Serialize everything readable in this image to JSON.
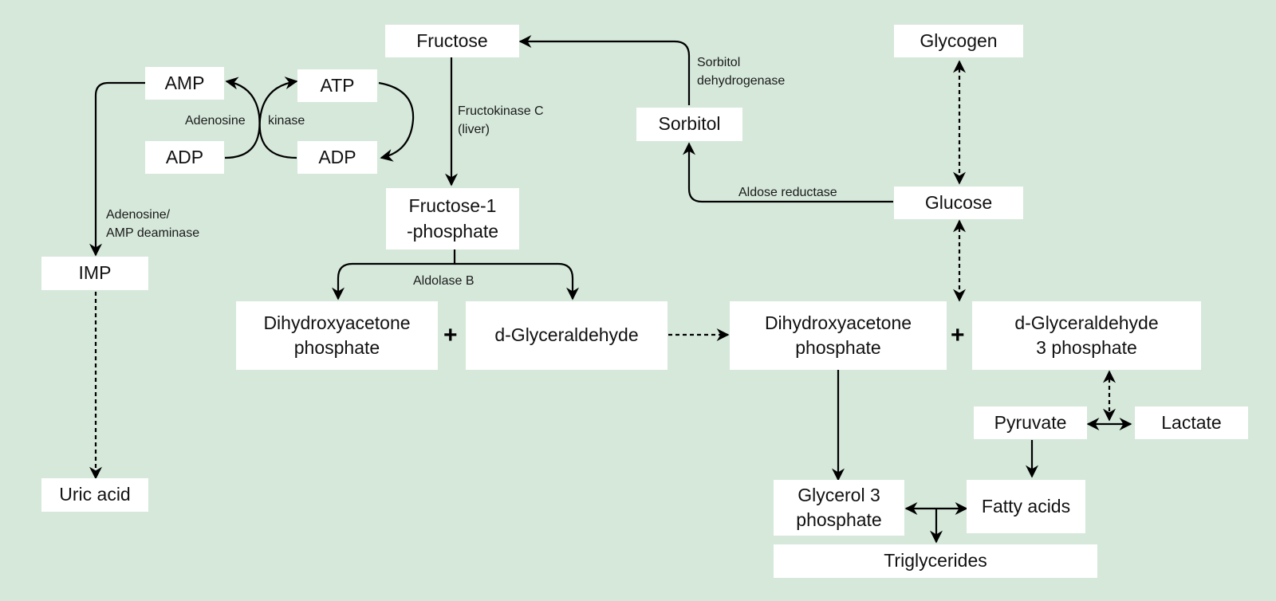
{
  "nodes": {
    "fructose": "Fructose",
    "glycogen": "Glycogen",
    "amp": "AMP",
    "atp": "ATP",
    "adp_left": "ADP",
    "adp_right": "ADP",
    "sorbitol": "Sorbitol",
    "fructose_1_phosphate": "Fructose-1\n-phosphate",
    "glucose": "Glucose",
    "imp": "IMP",
    "dhap_left": "Dihydroxyacetone\nphosphate",
    "d_glyceraldehyde": "d-Glyceraldehyde",
    "dhap_right": "Dihydroxyacetone\nphosphate",
    "d_glyceraldehyde_3_phosphate": "d-Glyceraldehyde\n3 phosphate",
    "pyruvate": "Pyruvate",
    "lactate": "Lactate",
    "uric_acid": "Uric acid",
    "glycerol_3_phosphate": "Glycerol 3\nphosphate",
    "fatty_acids": "Fatty acids",
    "triglycerides": "Triglycerides"
  },
  "enzymes": {
    "sorbitol_dehydrogenase": "Sorbitol\ndehydrogenase",
    "fructokinase_c": "Fructokinase C\n(liver)",
    "adenosine_kinase_left": "Adenosine",
    "adenosine_kinase_right": "kinase",
    "aldose_reductase": "Aldose reductase",
    "amp_deaminase": "Adenosine/\nAMP deaminase",
    "aldolase_b": "Aldolase B"
  },
  "operators": {
    "plus_left": "+",
    "plus_right": "+"
  },
  "colors": {
    "background": "#d5e8da",
    "box": "#ffffff",
    "arrow": "#000000"
  }
}
